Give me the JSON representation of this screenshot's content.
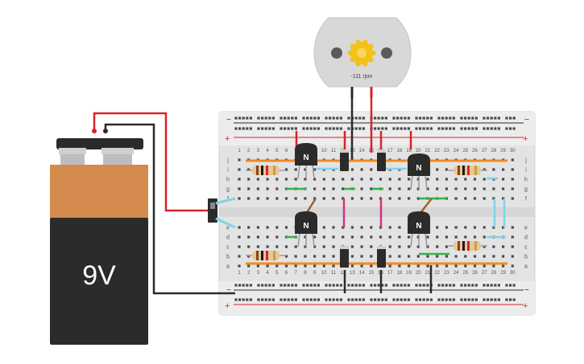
{
  "battery": {
    "label": "9V"
  },
  "motor": {
    "rpm_text": "-111 rpm"
  },
  "transistors": [
    {
      "label": "N"
    },
    {
      "label": "N"
    },
    {
      "label": "N"
    },
    {
      "label": "N"
    }
  ],
  "breadboard": {
    "top_minus": "−",
    "top_plus": "+",
    "bottom_minus": "−",
    "bottom_plus": "+",
    "rows_upper": [
      "j",
      "i",
      "h",
      "g",
      "f"
    ],
    "rows_lower": [
      "e",
      "d",
      "c",
      "b",
      "a"
    ],
    "columns": [
      "1",
      "2",
      "3",
      "4",
      "5",
      "6",
      "7",
      "8",
      "9",
      "10",
      "11",
      "12",
      "13",
      "14",
      "15",
      "16",
      "17",
      "18",
      "19",
      "20",
      "21",
      "22",
      "23",
      "24",
      "25",
      "26",
      "27",
      "28",
      "29",
      "30"
    ]
  },
  "colors": {
    "battery_top": "#d48a4c",
    "battery_body": "#2b2b2b",
    "wire_red": "#d9232a",
    "wire_black": "#2b2b2b",
    "wire_orange": "#f08a24",
    "wire_cyan": "#7fd4e8",
    "wire_green": "#34b34a",
    "wire_magenta": "#d6337f",
    "wire_brown": "#a0622d",
    "board": "#e8e8e8",
    "motor_body": "#d8d8d8",
    "gear": "#f2c21b"
  }
}
